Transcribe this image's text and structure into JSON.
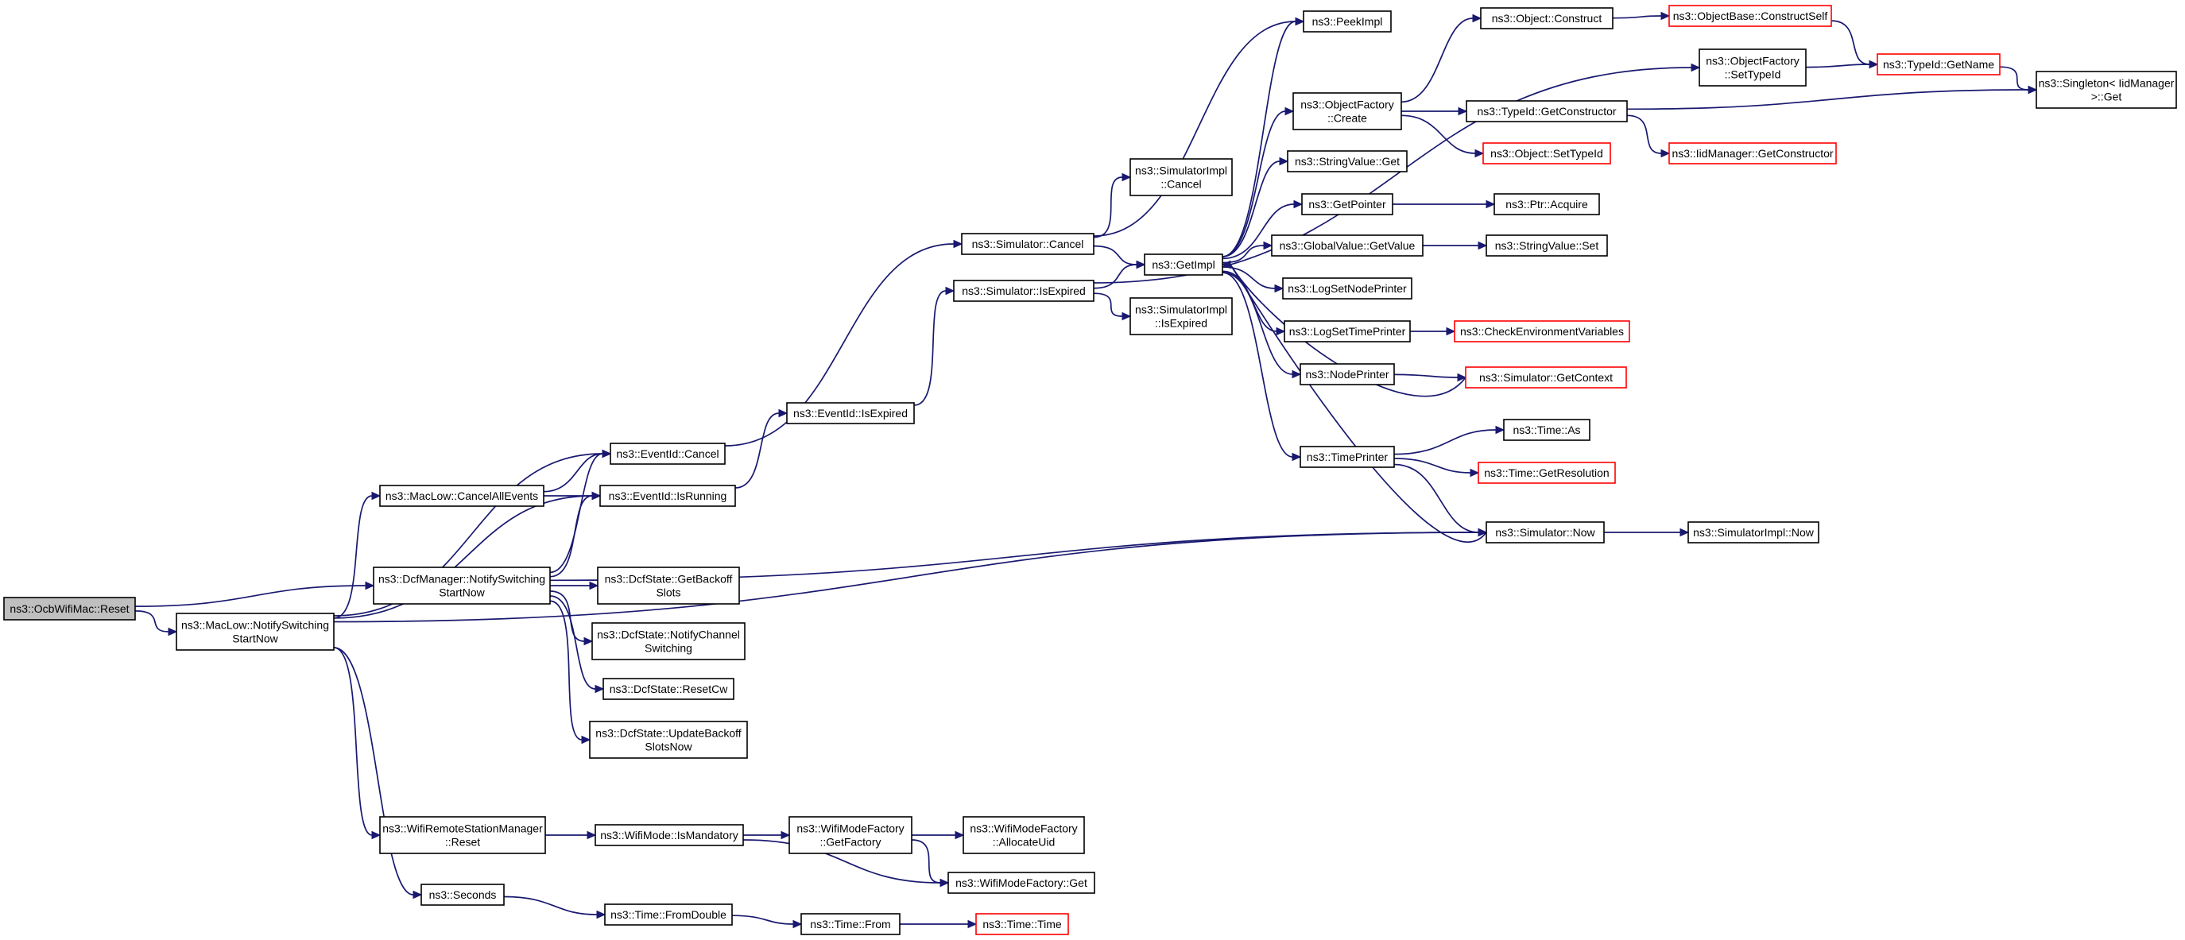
{
  "diagram": {
    "type": "call-graph",
    "colors": {
      "edge": "#191970",
      "node_border": "#000000",
      "truncated_border": "#ff0000",
      "root_fill": "#bfbfbf",
      "node_fill": "#ffffff"
    },
    "nodes": [
      {
        "id": "root",
        "lines": [
          "ns3::OcbWifiMac::Reset"
        ],
        "style": "root"
      },
      {
        "id": "macNotify",
        "lines": [
          "ns3::MacLow::NotifySwitching",
          "StartNow"
        ]
      },
      {
        "id": "cancelAll",
        "lines": [
          "ns3::MacLow::CancelAllEvents"
        ]
      },
      {
        "id": "dcfNotify",
        "lines": [
          "ns3::DcfManager::NotifySwitching",
          "StartNow"
        ]
      },
      {
        "id": "wrsmReset",
        "lines": [
          "ns3::WifiRemoteStationManager",
          "::Reset"
        ]
      },
      {
        "id": "seconds",
        "lines": [
          "ns3::Seconds"
        ]
      },
      {
        "id": "eidCancel",
        "lines": [
          "ns3::EventId::Cancel"
        ]
      },
      {
        "id": "eidRunning",
        "lines": [
          "ns3::EventId::IsRunning"
        ]
      },
      {
        "id": "getBackoff",
        "lines": [
          "ns3::DcfState::GetBackoff",
          "Slots"
        ]
      },
      {
        "id": "notifyChan",
        "lines": [
          "ns3::DcfState::NotifyChannel",
          "Switching"
        ]
      },
      {
        "id": "resetCw",
        "lines": [
          "ns3::DcfState::ResetCw"
        ]
      },
      {
        "id": "updBackoff",
        "lines": [
          "ns3::DcfState::UpdateBackoff",
          "SlotsNow"
        ]
      },
      {
        "id": "isMandatory",
        "lines": [
          "ns3::WifiMode::IsMandatory"
        ]
      },
      {
        "id": "fromDouble",
        "lines": [
          "ns3::Time::FromDouble"
        ]
      },
      {
        "id": "eidExpired",
        "lines": [
          "ns3::EventId::IsExpired"
        ]
      },
      {
        "id": "wmfGetFactory",
        "lines": [
          "ns3::WifiModeFactory",
          "::GetFactory"
        ]
      },
      {
        "id": "timeFrom",
        "lines": [
          "ns3::Time::From"
        ]
      },
      {
        "id": "simCancel",
        "lines": [
          "ns3::Simulator::Cancel"
        ]
      },
      {
        "id": "simIsExpired",
        "lines": [
          "ns3::Simulator::IsExpired"
        ]
      },
      {
        "id": "wmfAlloc",
        "lines": [
          "ns3::WifiModeFactory",
          "::AllocateUid"
        ]
      },
      {
        "id": "wmfGet",
        "lines": [
          "ns3::WifiModeFactory::Get"
        ]
      },
      {
        "id": "timeTime",
        "lines": [
          "ns3::Time::Time"
        ],
        "style": "trunc"
      },
      {
        "id": "simImplCancel",
        "lines": [
          "ns3::SimulatorImpl",
          "::Cancel"
        ]
      },
      {
        "id": "getImpl",
        "lines": [
          "ns3::GetImpl"
        ]
      },
      {
        "id": "simImplIsExpired",
        "lines": [
          "ns3::SimulatorImpl",
          "::IsExpired"
        ]
      },
      {
        "id": "peekImpl",
        "lines": [
          "ns3::PeekImpl"
        ]
      },
      {
        "id": "ofCreate",
        "lines": [
          "ns3::ObjectFactory",
          "::Create"
        ]
      },
      {
        "id": "stringValueGet",
        "lines": [
          "ns3::StringValue::Get"
        ]
      },
      {
        "id": "getPointer",
        "lines": [
          "ns3::GetPointer"
        ]
      },
      {
        "id": "globalValueGet",
        "lines": [
          "ns3::GlobalValue::GetValue"
        ]
      },
      {
        "id": "logSetNode",
        "lines": [
          "ns3::LogSetNodePrinter"
        ]
      },
      {
        "id": "logSetTime",
        "lines": [
          "ns3::LogSetTimePrinter"
        ]
      },
      {
        "id": "nodePrinter",
        "lines": [
          "ns3::NodePrinter"
        ]
      },
      {
        "id": "timePrinter",
        "lines": [
          "ns3::TimePrinter"
        ]
      },
      {
        "id": "objConstruct",
        "lines": [
          "ns3::Object::Construct"
        ]
      },
      {
        "id": "typeIdGetCtor",
        "lines": [
          "ns3::TypeId::GetConstructor"
        ]
      },
      {
        "id": "objSetTypeId",
        "lines": [
          "ns3::Object::SetTypeId"
        ],
        "style": "trunc"
      },
      {
        "id": "ptrAcquire",
        "lines": [
          "ns3::Ptr::Acquire"
        ]
      },
      {
        "id": "stringValueSet",
        "lines": [
          "ns3::StringValue::Set"
        ]
      },
      {
        "id": "checkEnv",
        "lines": [
          "ns3::CheckEnvironmentVariables"
        ],
        "style": "trunc"
      },
      {
        "id": "simGetContext",
        "lines": [
          "ns3::Simulator::GetContext"
        ],
        "style": "trunc"
      },
      {
        "id": "timeAs",
        "lines": [
          "ns3::Time::As"
        ]
      },
      {
        "id": "timeGetRes",
        "lines": [
          "ns3::Time::GetResolution"
        ],
        "style": "trunc"
      },
      {
        "id": "simNow",
        "lines": [
          "ns3::Simulator::Now"
        ]
      },
      {
        "id": "objBaseConstructSelf",
        "lines": [
          "ns3::ObjectBase::ConstructSelf"
        ],
        "style": "trunc"
      },
      {
        "id": "ofSetTypeId",
        "lines": [
          "ns3::ObjectFactory",
          "::SetTypeId"
        ]
      },
      {
        "id": "iidGetCtor",
        "lines": [
          "ns3::IidManager::GetConstructor"
        ],
        "style": "trunc"
      },
      {
        "id": "simImplNow",
        "lines": [
          "ns3::SimulatorImpl::Now"
        ]
      },
      {
        "id": "typeIdGetName",
        "lines": [
          "ns3::TypeId::GetName"
        ],
        "style": "trunc"
      },
      {
        "id": "singletonGet",
        "lines": [
          "ns3::Singleton< IidManager",
          ">::Get"
        ]
      }
    ],
    "edges": [
      [
        "root",
        "macNotify"
      ],
      [
        "root",
        "dcfNotify"
      ],
      [
        "macNotify",
        "cancelAll"
      ],
      [
        "macNotify",
        "eidCancel"
      ],
      [
        "macNotify",
        "eidRunning"
      ],
      [
        "macNotify",
        "wrsmReset"
      ],
      [
        "macNotify",
        "seconds"
      ],
      [
        "macNotify",
        "simNow"
      ],
      [
        "cancelAll",
        "eidCancel"
      ],
      [
        "cancelAll",
        "eidRunning"
      ],
      [
        "dcfNotify",
        "eidCancel"
      ],
      [
        "dcfNotify",
        "eidRunning"
      ],
      [
        "dcfNotify",
        "getBackoff"
      ],
      [
        "dcfNotify",
        "notifyChan"
      ],
      [
        "dcfNotify",
        "resetCw"
      ],
      [
        "dcfNotify",
        "updBackoff"
      ],
      [
        "dcfNotify",
        "simNow"
      ],
      [
        "eidCancel",
        "simCancel"
      ],
      [
        "eidRunning",
        "eidExpired"
      ],
      [
        "eidExpired",
        "simIsExpired"
      ],
      [
        "wrsmReset",
        "isMandatory"
      ],
      [
        "isMandatory",
        "wmfGetFactory"
      ],
      [
        "isMandatory",
        "wmfGet"
      ],
      [
        "wmfGetFactory",
        "wmfAlloc"
      ],
      [
        "wmfGetFactory",
        "wmfGet"
      ],
      [
        "seconds",
        "fromDouble"
      ],
      [
        "fromDouble",
        "timeFrom"
      ],
      [
        "timeFrom",
        "timeTime"
      ],
      [
        "simCancel",
        "simImplCancel"
      ],
      [
        "simCancel",
        "getImpl"
      ],
      [
        "simCancel",
        "peekImpl"
      ],
      [
        "simIsExpired",
        "getImpl"
      ],
      [
        "simIsExpired",
        "simImplIsExpired"
      ],
      [
        "simIsExpired",
        "ofSetTypeId"
      ],
      [
        "getImpl",
        "peekImpl"
      ],
      [
        "getImpl",
        "ofCreate"
      ],
      [
        "getImpl",
        "stringValueGet"
      ],
      [
        "getImpl",
        "getPointer"
      ],
      [
        "getImpl",
        "globalValueGet"
      ],
      [
        "getImpl",
        "logSetNode"
      ],
      [
        "getImpl",
        "logSetTime"
      ],
      [
        "getImpl",
        "nodePrinter"
      ],
      [
        "getImpl",
        "timePrinter"
      ],
      [
        "ofCreate",
        "objConstruct"
      ],
      [
        "ofCreate",
        "typeIdGetCtor"
      ],
      [
        "ofCreate",
        "objSetTypeId"
      ],
      [
        "objConstruct",
        "objBaseConstructSelf"
      ],
      [
        "objBaseConstructSelf",
        "typeIdGetName"
      ],
      [
        "ofSetTypeId",
        "typeIdGetName"
      ],
      [
        "typeIdGetName",
        "singletonGet"
      ],
      [
        "typeIdGetCtor",
        "singletonGet"
      ],
      [
        "typeIdGetCtor",
        "iidGetCtor"
      ],
      [
        "getPointer",
        "ptrAcquire"
      ],
      [
        "globalValueGet",
        "stringValueSet"
      ],
      [
        "logSetTime",
        "checkEnv"
      ],
      [
        "nodePrinter",
        "simGetContext"
      ],
      [
        "simGetContext",
        "getImpl"
      ],
      [
        "timePrinter",
        "timeAs"
      ],
      [
        "timePrinter",
        "timeGetRes"
      ],
      [
        "timePrinter",
        "simNow"
      ],
      [
        "simNow",
        "getImpl"
      ],
      [
        "simNow",
        "simImplNow"
      ]
    ]
  }
}
